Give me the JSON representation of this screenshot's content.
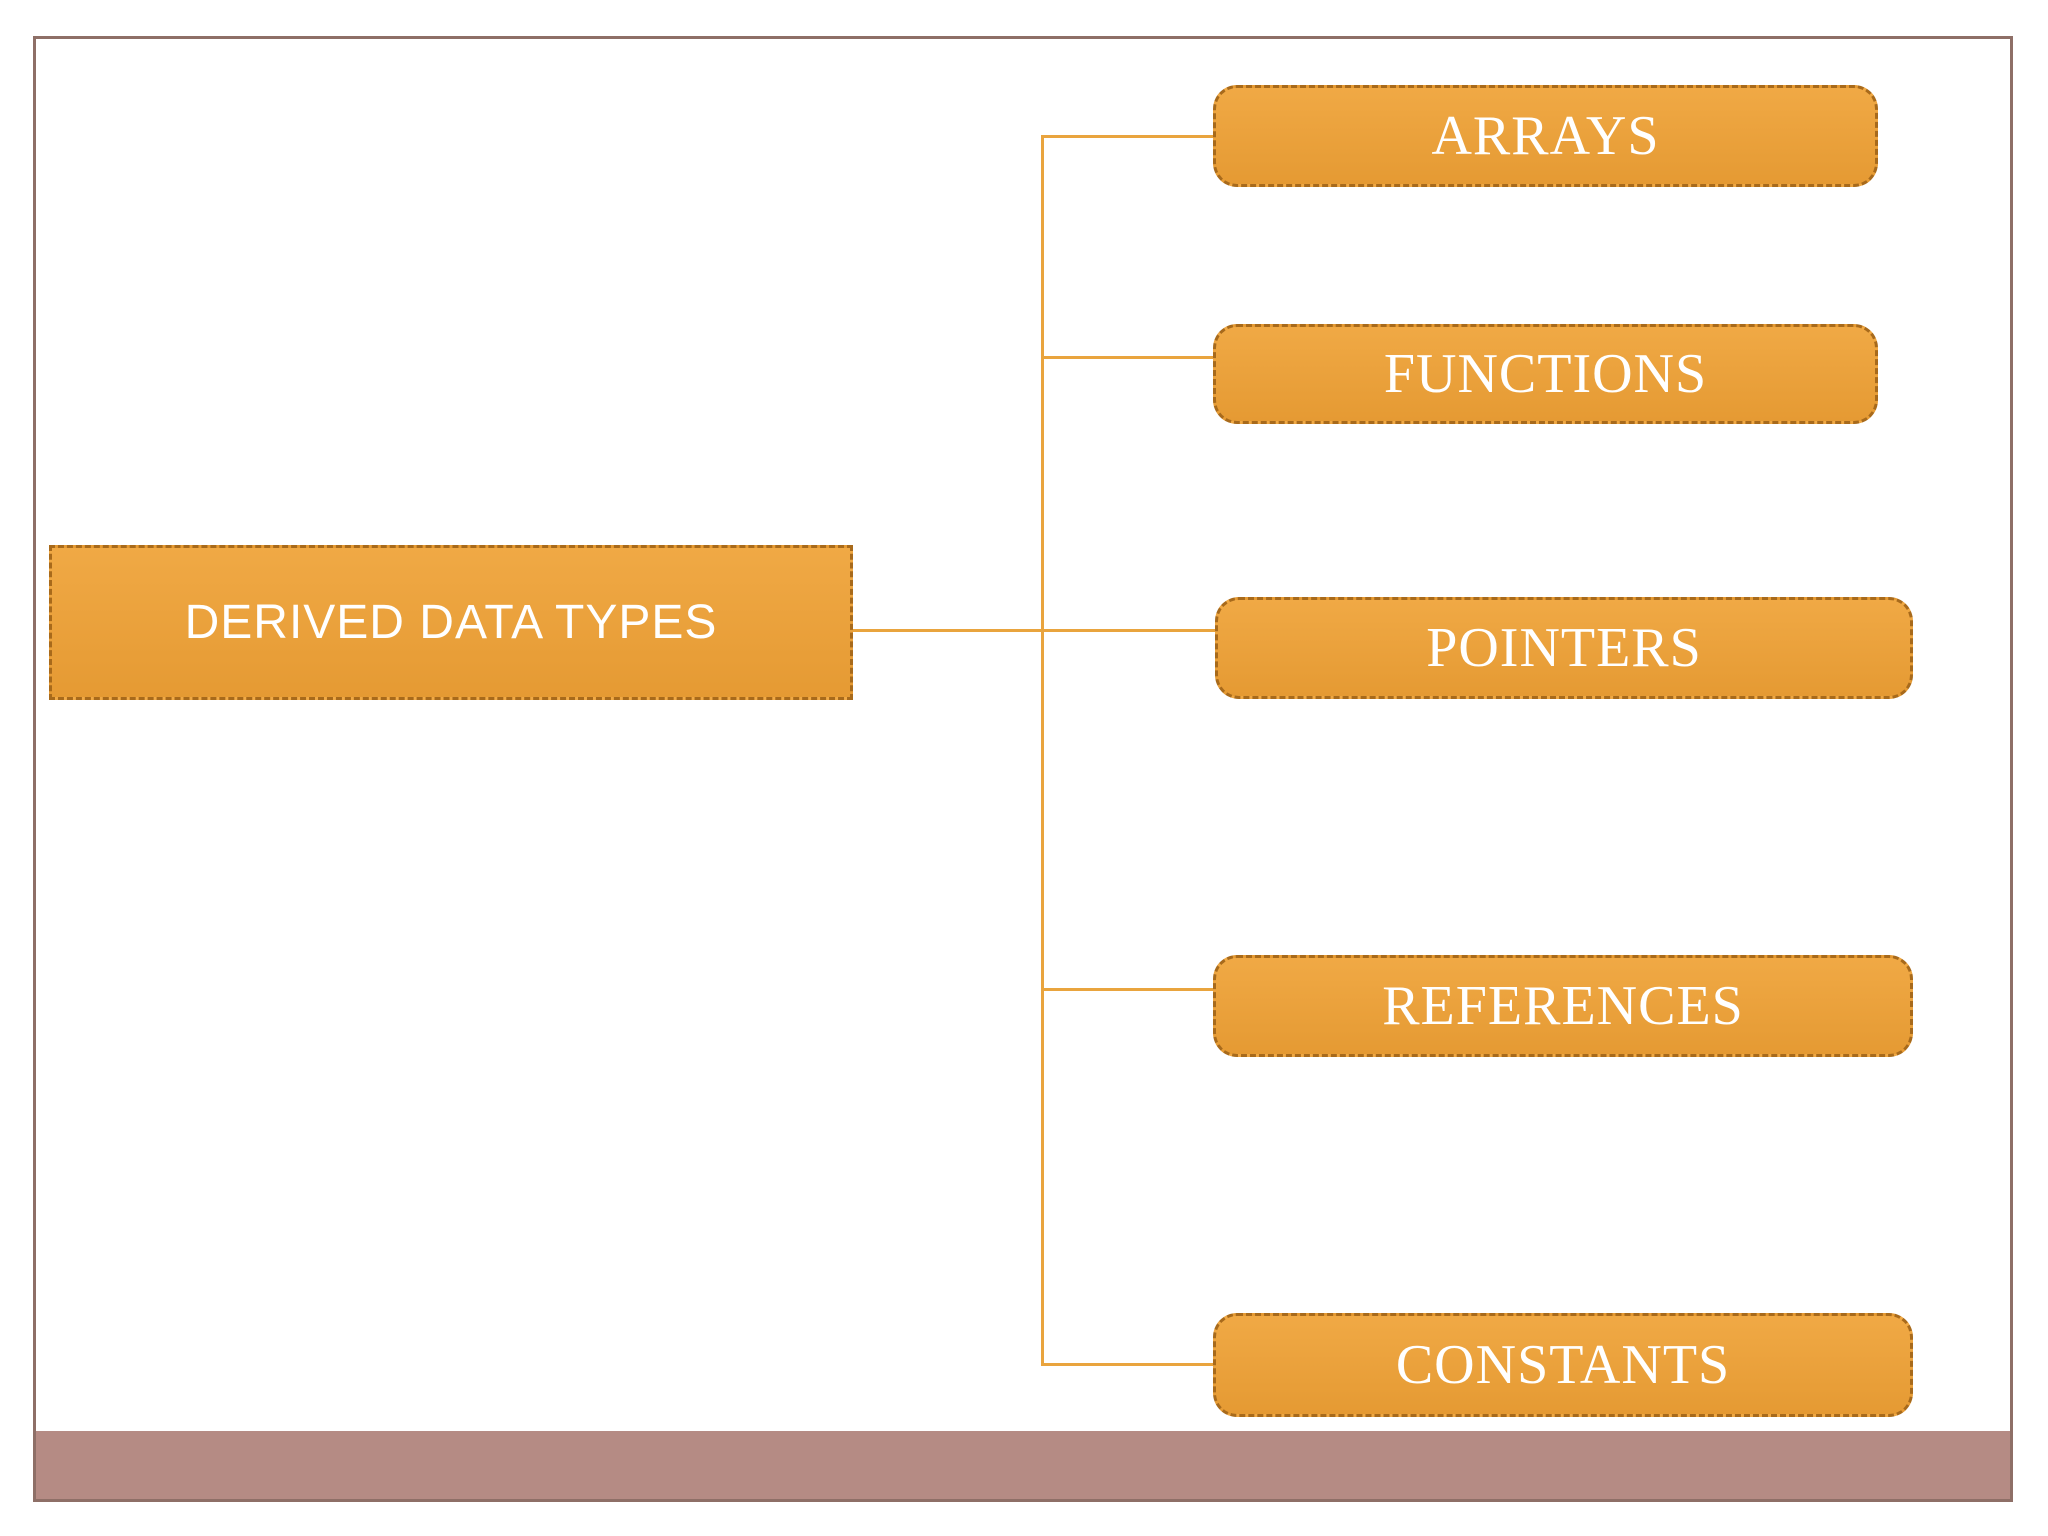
{
  "slide": {
    "title_node": {
      "label": "DERIVED DATA TYPES"
    },
    "child_nodes": [
      {
        "id": "arrays",
        "label": "ARRAYS"
      },
      {
        "id": "functions",
        "label": "FUNCTIONS"
      },
      {
        "id": "pointers",
        "label": "POINTERS"
      },
      {
        "id": "references",
        "label": "REFERENCES"
      },
      {
        "id": "constants",
        "label": "CONSTANTS"
      }
    ],
    "colors": {
      "node_fill_top": "#F0A945",
      "node_fill_bottom": "#E59A33",
      "node_border": "#A86A1B",
      "connector": "#E9A43E",
      "node_text": "#FFFFFF",
      "footer_bar": "#B58B84",
      "page_border": "#8E6F67",
      "background": "#FFFFFF"
    }
  }
}
